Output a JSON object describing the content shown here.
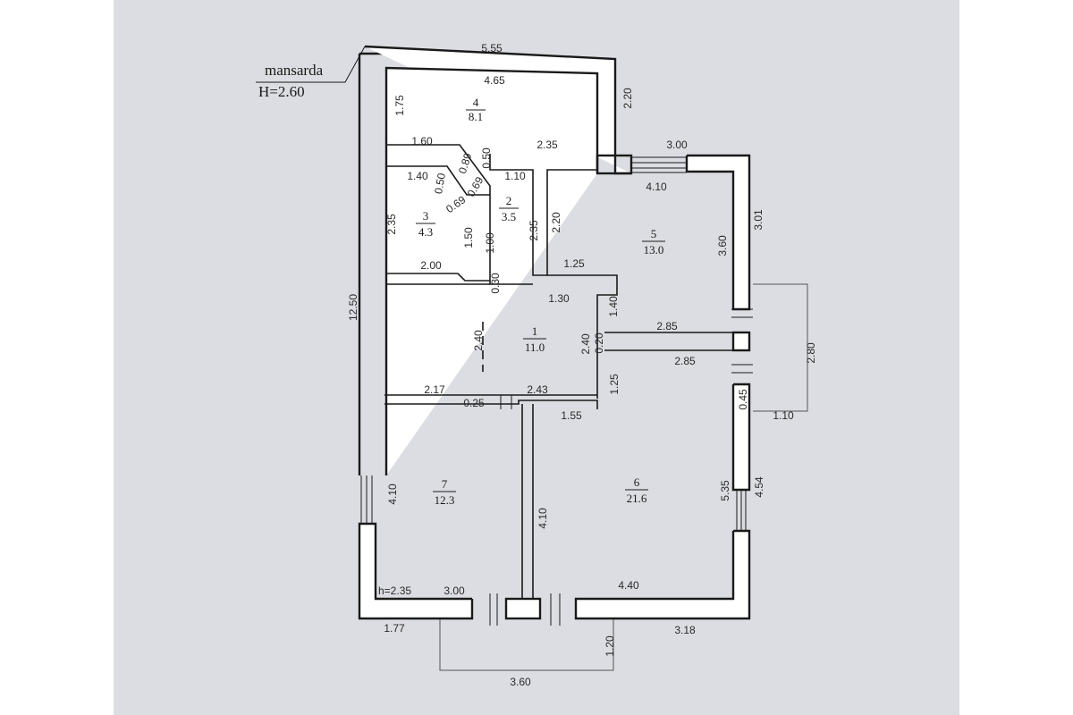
{
  "header": {
    "label": "mansarda",
    "height": "H=2.60"
  },
  "floor_note": "h=2.35",
  "rooms": [
    {
      "number": "1",
      "area": "11.0"
    },
    {
      "number": "2",
      "area": "3.5"
    },
    {
      "number": "3",
      "area": "4.3"
    },
    {
      "number": "4",
      "area": "8.1"
    },
    {
      "number": "5",
      "area": "13.0"
    },
    {
      "number": "6",
      "area": "21.6"
    },
    {
      "number": "7",
      "area": "12.3"
    }
  ],
  "dimensions": {
    "top_outer": "5.55",
    "r4_top": "4.65",
    "r4_left": "1.75",
    "notch_h": "2.20",
    "r2_top_a": "1.60",
    "r2_top_b": "0.50",
    "r2_top_c": "2.35",
    "d089": "0.89",
    "d069_a": "0.69",
    "d140": "1.40",
    "d050_a": "0.50",
    "d069_b": "0.69",
    "d110": "1.10",
    "r5_out_top": "3.00",
    "r5_in_top": "4.10",
    "r5_out_right": "3.01",
    "r5_in_right": "3.60",
    "r3_left": "2.35",
    "d150": "1.50",
    "d100": "1.00",
    "r2_mid": "2.35",
    "r5_left": "2.20",
    "r3_bottom": "2.00",
    "d030": "0.30",
    "d125_a": "1.25",
    "d130": "1.30",
    "d140_b": "1.40",
    "outer_left": "12.50",
    "r1_left": "2.40",
    "r1_right": "2.40",
    "d020": "0.20",
    "pass_top": "2.85",
    "pass_bot": "2.85",
    "porch_right": "2.80",
    "r1_bot_a": "2.17",
    "r1_bot_b": "2.43",
    "d025": "0.25",
    "d125_b": "1.25",
    "d155": "1.55",
    "d045": "0.45",
    "d110_b": "1.10",
    "r7_left": "4.10",
    "r7_mid": "4.10",
    "r6_right": "5.35",
    "outer_right": "4.54",
    "r7_bottom": "3.00",
    "r6_bottom": "4.40",
    "out_bot_left": "1.77",
    "out_bot_right": "3.18",
    "porch_depth": "1.20",
    "porch_width": "3.60"
  },
  "colors": {
    "paper": "#dcdde2",
    "ink": "#1a1a1a",
    "wall_fill": "#ffffff"
  }
}
